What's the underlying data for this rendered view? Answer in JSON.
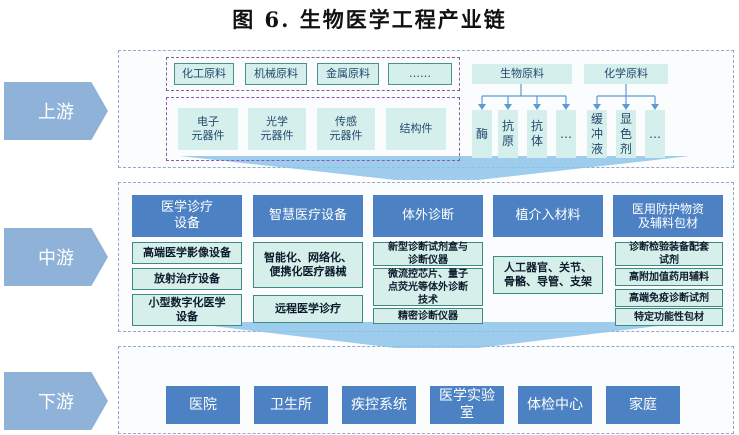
{
  "title": "图 6.   生物医学工程产业链",
  "tiers": {
    "upstream": "上游",
    "midstream": "中游",
    "downstream": "下游"
  },
  "upstream": {
    "raw_materials": [
      "化工原料",
      "机械原料",
      "金属原料",
      "……"
    ],
    "components": [
      "电子\n元器件",
      "光学\n元器件",
      "传感\n元器件",
      "结构件"
    ],
    "bio_materials": {
      "header": "生物原料",
      "items": [
        "酶",
        "抗\n原",
        "抗\n体",
        "…"
      ]
    },
    "chem_materials": {
      "header": "化学原料",
      "items": [
        "缓\n冲\n液",
        "显\n色\n剂",
        "…"
      ]
    }
  },
  "midstream": {
    "categories": [
      {
        "title": "医学诊疗\n设备",
        "items": [
          "高端医学影像设备",
          "放射治疗设备",
          "小型数字化医学\n设备"
        ]
      },
      {
        "title": "智慧医疗设备",
        "items": [
          "智能化、网络化、\n便携化医疗器械",
          "远程医学诊疗"
        ]
      },
      {
        "title": "体外诊断",
        "items": [
          "新型诊断试剂盒与\n诊断仪器",
          "微流控芯片、量子\n点荧光等体外诊断\n技术",
          "精密诊断仪器"
        ]
      },
      {
        "title": "植介入材料",
        "items": [
          "人工器官、关节、\n骨骼、导管、支架"
        ]
      },
      {
        "title": "医用防护物资\n及辅料包材",
        "items": [
          "诊断检验装备配套\n试剂",
          "高附加值药用辅料",
          "高端免疫诊断试剂",
          "特定功能性包材"
        ]
      }
    ]
  },
  "downstream": {
    "items": [
      "医院",
      "卫生所",
      "疾控系统",
      "医学实验\n室",
      "体检中心",
      "家庭"
    ]
  },
  "colors": {
    "tier": "#8fb2d9",
    "category": "#4c81c3",
    "item_fill": "#d6efea",
    "item_border": "#3d8a83",
    "arrow": "#8cc3ea"
  }
}
